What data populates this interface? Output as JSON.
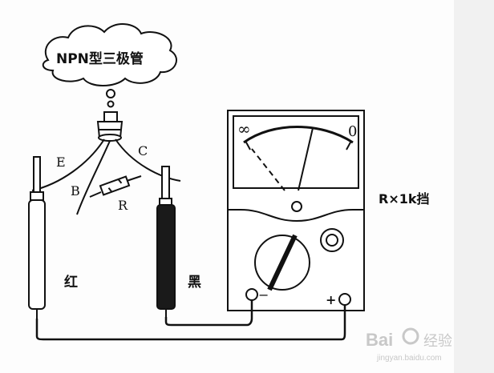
{
  "diagram": {
    "cloud_label": "NPN型三极管",
    "leads": {
      "emitter": "E",
      "base": "B",
      "collector": "C"
    },
    "resistor_label": "R",
    "probes": {
      "red": "红",
      "black": "黑"
    },
    "meter": {
      "scale_left": "∞",
      "scale_right": "0",
      "range_label": "R×1k挡",
      "terminal_minus": "−",
      "terminal_plus": "+"
    },
    "watermark": {
      "brand": "Bai",
      "brand2": "经验",
      "url": "jingyan.baidu.com"
    }
  }
}
